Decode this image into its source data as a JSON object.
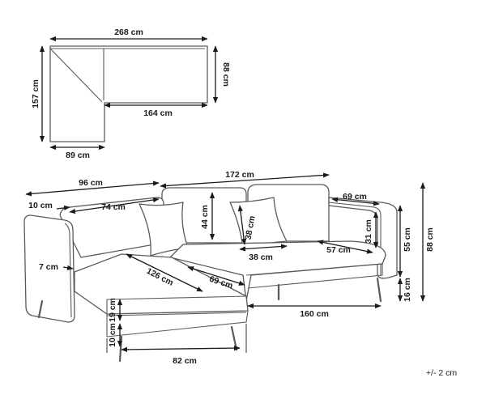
{
  "top_view": {
    "total_width": "268 cm",
    "total_depth": "157 cm",
    "main_depth": "88 cm",
    "main_inner_width": "164 cm",
    "chaise_width": "89 cm"
  },
  "front_view": {
    "chaise_width": "96 cm",
    "main_width": "172 cm",
    "armrest_width_left": "10 cm",
    "chaise_back_cushion": "74 cm",
    "back_cushion_height": "44 cm",
    "pillow_height": "38 cm",
    "pillow_width": "38 cm",
    "seat_depth": "57 cm",
    "armrest_depth": "69 cm",
    "armrest_height": "31 cm",
    "arm_thickness": "7 cm",
    "chaise_seat_length": "126 cm",
    "chaise_seat_depth": "69 cm",
    "seat_height": "55 cm",
    "total_height": "88 cm",
    "leg_height_right": "16 cm",
    "main_base_width": "160 cm",
    "cushion_thickness": "19 cm",
    "leg_height_left": "10 cm",
    "chaise_base_width": "82 cm"
  },
  "tolerance": "+/- 2 cm"
}
